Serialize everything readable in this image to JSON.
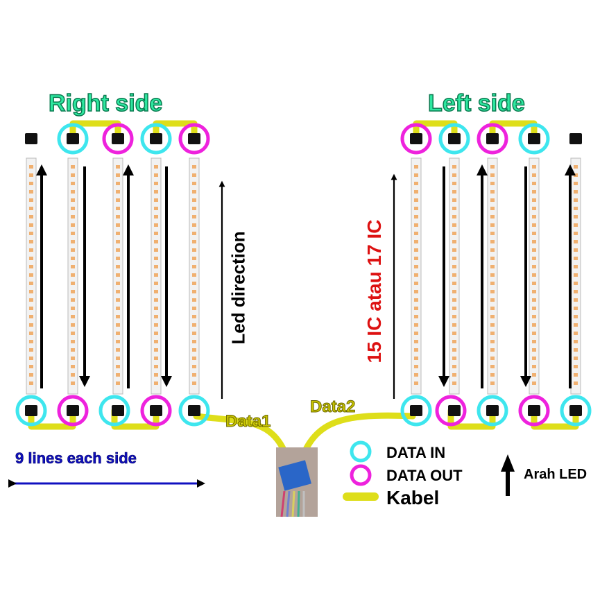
{
  "titles": {
    "right_side": "Right side",
    "left_side": "Left side"
  },
  "labels": {
    "led_direction": "Led direction",
    "ic_count": "15 IC atau 17 IC",
    "data1": "Data1",
    "data2": "Data2",
    "lines_each_side": "9 lines each side"
  },
  "legend": {
    "data_in": "DATA IN",
    "data_out": "DATA OUT",
    "cable": "Kabel",
    "led_arrow": "Arah LED"
  },
  "colors": {
    "data_in": "#3ee6ee",
    "data_out": "#ee22dd",
    "cable": "#dede1a",
    "ic_count_text": "#dd1111",
    "lines_text": "#1010c0"
  }
}
